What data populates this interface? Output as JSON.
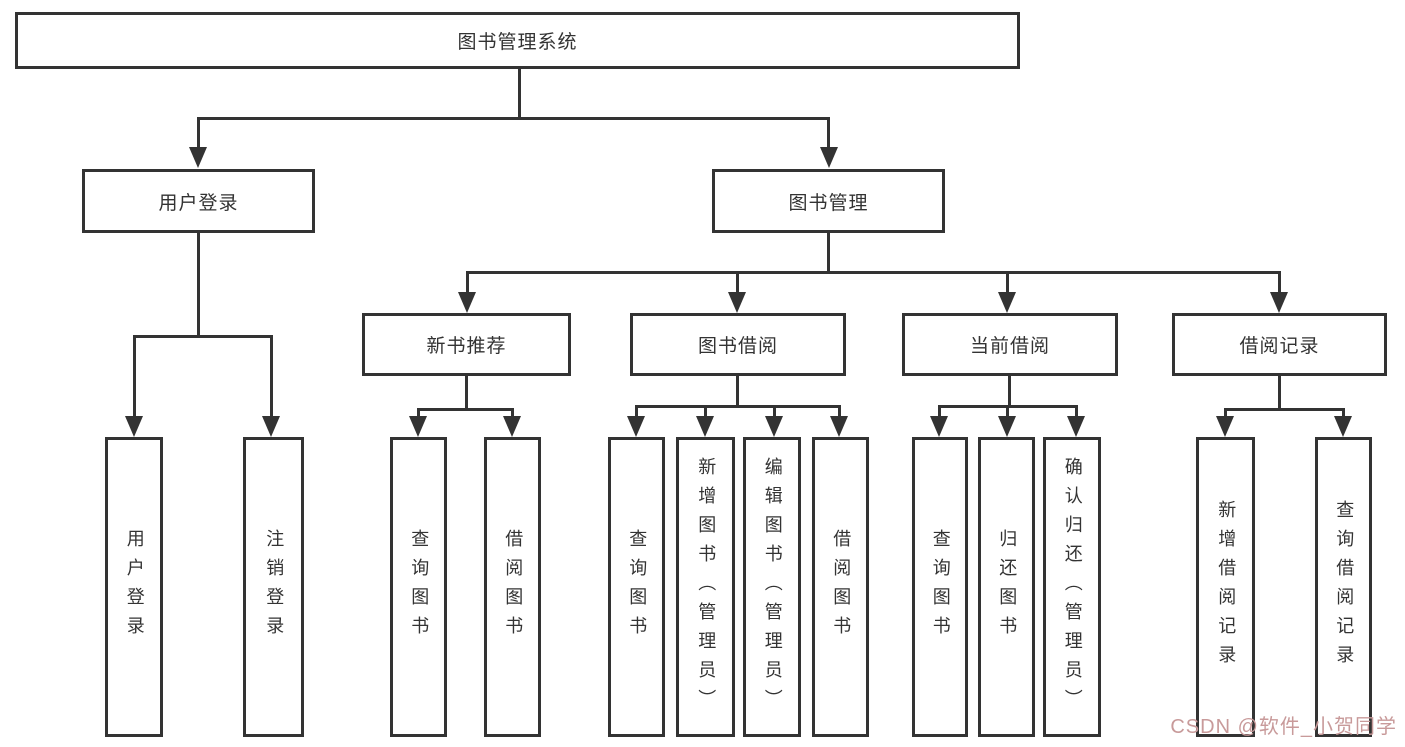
{
  "diagram": {
    "type": "hierarchy-diagram",
    "root": {
      "label": "图书管理系统"
    },
    "level1": {
      "user_login": {
        "label": "用户登录"
      },
      "book_mgmt": {
        "label": "图书管理"
      }
    },
    "level2": {
      "new_book": {
        "label": "新书推荐"
      },
      "book_borrow": {
        "label": "图书借阅"
      },
      "current_borrow": {
        "label": "当前借阅"
      },
      "borrow_records": {
        "label": "借阅记录"
      }
    },
    "leaves": {
      "user_login": {
        "label": "用户登录"
      },
      "logout": {
        "label": "注销登录"
      },
      "newbook_query": {
        "label": "查询图书"
      },
      "newbook_borrow": {
        "label": "借阅图书"
      },
      "borrow_query": {
        "label": "查询图书"
      },
      "borrow_add": {
        "label": "新增图书（管理员）"
      },
      "borrow_edit": {
        "label": "编辑图书（管理员）"
      },
      "borrow_borrow": {
        "label": "借阅图书"
      },
      "current_query": {
        "label": "查询图书"
      },
      "current_return": {
        "label": "归还图书"
      },
      "current_confirm": {
        "label": "确认归还（管理员）"
      },
      "records_add": {
        "label": "新增借阅记录"
      },
      "records_query": {
        "label": "查询借阅记录"
      }
    },
    "watermark": "CSDN @软件_小贺同学",
    "colors": {
      "line": "#333333",
      "text": "#333333",
      "box_background": "#ffffff",
      "watermark": "#c89a9a"
    }
  }
}
